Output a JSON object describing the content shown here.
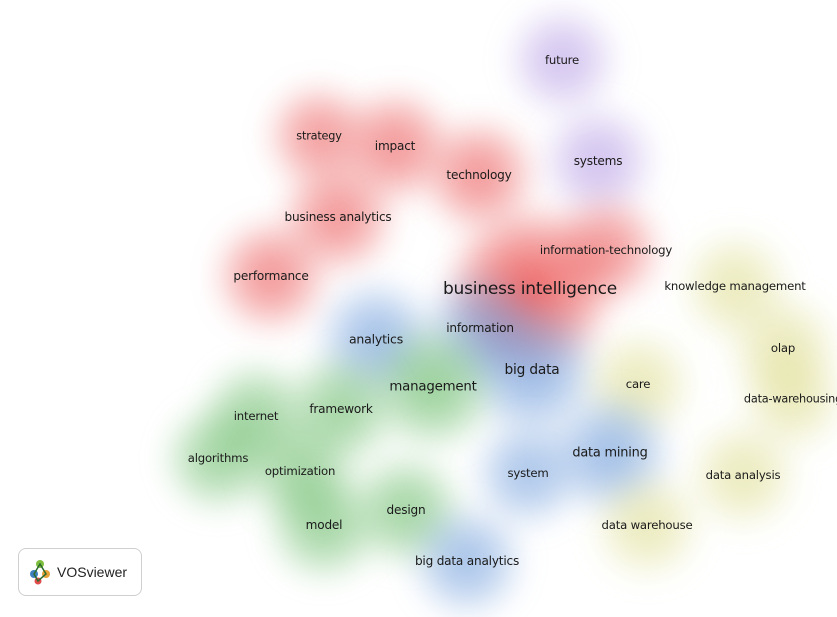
{
  "colors": {
    "red": "#e83b3b",
    "blue": "#5b8fd6",
    "green": "#53b153",
    "purple": "#a98be0",
    "yellow": "#d8d77c"
  },
  "logo": {
    "text": "VOSviewer",
    "icon": "vosviewer-logo-icon"
  },
  "nodes": [
    {
      "id": "future",
      "label": "future",
      "cluster": "purple",
      "weight": 0.9
    },
    {
      "id": "strategy",
      "label": "strategy",
      "cluster": "red",
      "weight": 0.8
    },
    {
      "id": "impact",
      "label": "impact",
      "cluster": "red",
      "weight": 1.0
    },
    {
      "id": "systems",
      "label": "systems",
      "cluster": "purple",
      "weight": 1.0
    },
    {
      "id": "technology",
      "label": "technology",
      "cluster": "red",
      "weight": 1.0
    },
    {
      "id": "business-analytics",
      "label": "business analytics",
      "cluster": "red",
      "weight": 1.0
    },
    {
      "id": "information-technology",
      "label": "information-technology",
      "cluster": "red",
      "weight": 0.9
    },
    {
      "id": "performance",
      "label": "performance",
      "cluster": "red",
      "weight": 1.0
    },
    {
      "id": "business-intelligence",
      "label": "business intelligence",
      "cluster": "red",
      "weight": 2.2
    },
    {
      "id": "knowledge-management",
      "label": "knowledge management",
      "cluster": "yellow",
      "weight": 0.9
    },
    {
      "id": "analytics",
      "label": "analytics",
      "cluster": "blue",
      "weight": 1.1
    },
    {
      "id": "information",
      "label": "information",
      "cluster": "blue",
      "weight": 1.0
    },
    {
      "id": "olap",
      "label": "olap",
      "cluster": "yellow",
      "weight": 0.9
    },
    {
      "id": "big-data",
      "label": "big data",
      "cluster": "blue",
      "weight": 1.4
    },
    {
      "id": "management",
      "label": "management",
      "cluster": "green",
      "weight": 1.3
    },
    {
      "id": "care",
      "label": "care",
      "cluster": "yellow",
      "weight": 0.9
    },
    {
      "id": "data-warehousing",
      "label": "data-warehousing",
      "cluster": "yellow",
      "weight": 0.8
    },
    {
      "id": "internet",
      "label": "internet",
      "cluster": "green",
      "weight": 0.9
    },
    {
      "id": "framework",
      "label": "framework",
      "cluster": "green",
      "weight": 1.0
    },
    {
      "id": "data-mining",
      "label": "data mining",
      "cluster": "blue",
      "weight": 1.2
    },
    {
      "id": "algorithms",
      "label": "algorithms",
      "cluster": "green",
      "weight": 0.9
    },
    {
      "id": "optimization",
      "label": "optimization",
      "cluster": "green",
      "weight": 0.9
    },
    {
      "id": "system",
      "label": "system",
      "cluster": "blue",
      "weight": 0.9
    },
    {
      "id": "data-analysis",
      "label": "data analysis",
      "cluster": "yellow",
      "weight": 0.9
    },
    {
      "id": "design",
      "label": "design",
      "cluster": "green",
      "weight": 1.0
    },
    {
      "id": "model",
      "label": "model",
      "cluster": "green",
      "weight": 1.0
    },
    {
      "id": "data-warehouse",
      "label": "data warehouse",
      "cluster": "yellow",
      "weight": 0.9
    },
    {
      "id": "big-data-analytics",
      "label": "big data analytics",
      "cluster": "blue",
      "weight": 1.0
    }
  ]
}
